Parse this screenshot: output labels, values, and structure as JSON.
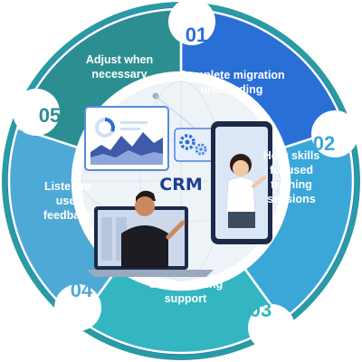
{
  "center_label": "CRM",
  "steps": [
    {
      "number": "01",
      "lines": [
        "Complete migration",
        "onboarding"
      ],
      "color": "#2a6fd6"
    },
    {
      "number": "02",
      "lines": [
        "Host skills",
        "focused",
        "training",
        "sessions"
      ],
      "color": "#3aa7d8"
    },
    {
      "number": "03",
      "lines": [
        "Offer ongoing",
        "support"
      ],
      "color": "#34b6c2"
    },
    {
      "number": "04",
      "lines": [
        "Listen to",
        "user",
        "feedback"
      ],
      "color": "#4ea9d6"
    },
    {
      "number": "05",
      "lines": [
        "Adjust when",
        "necessary"
      ],
      "color": "#2b8f92"
    }
  ]
}
